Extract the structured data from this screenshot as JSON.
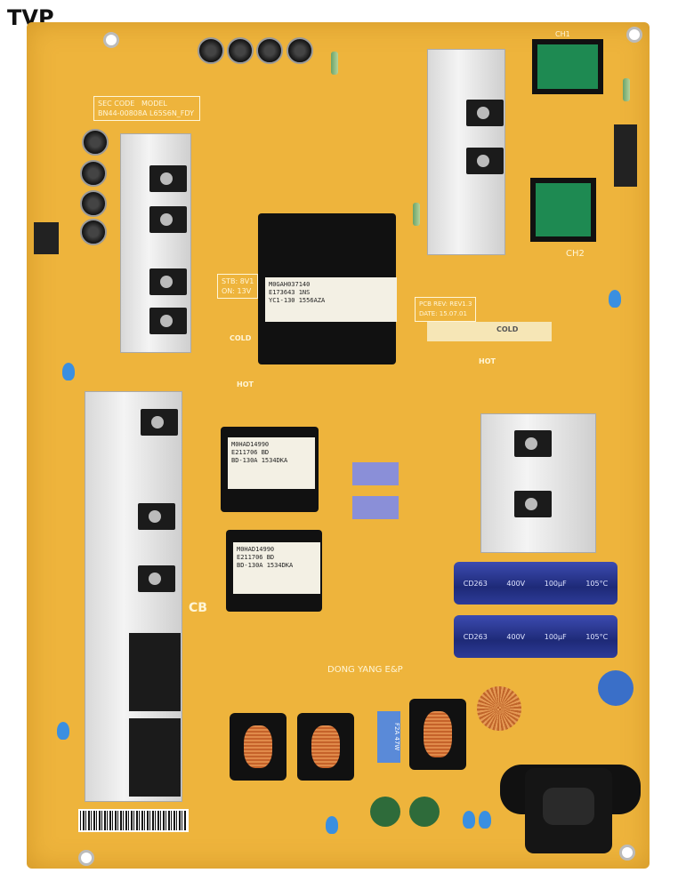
{
  "watermark": "TVP",
  "board": {
    "sec_code_label": "SEC CODE",
    "model_label": "MODEL",
    "sec_code": "BN44-00808A",
    "model": "L65S6N_FDY",
    "stb_label": "STB: 8V1",
    "on_label": "ON: 13V",
    "cold_left": "COLD",
    "cold_right": "COLD",
    "hot_left": "HOT",
    "hot_right": "HOT",
    "pcb_rev": "PCB REV: REV1.3",
    "date": "DATE: 15.07.01",
    "main_transformer_label": [
      "M0GAH037140",
      "E173643 1NS",
      "YC1-130 1556AZA"
    ],
    "small_transformer_label": [
      "M0HAD14990",
      "E211706 BD",
      "BD-130A 1534DKA"
    ],
    "ch1": "CH1",
    "ch2": "CH2",
    "cb": "CB",
    "manufacturer": "DONG YANG E&P",
    "bulk_cap_label": [
      "CD263",
      "400V",
      "100µF",
      "105°C"
    ],
    "film_cap_label": "F2A 47W",
    "colors": {
      "pcb": "#eeb43c",
      "heatsink": "#e2e2e2",
      "capacitor": "#2a3590",
      "silkscreen": "#fff6d8"
    }
  }
}
